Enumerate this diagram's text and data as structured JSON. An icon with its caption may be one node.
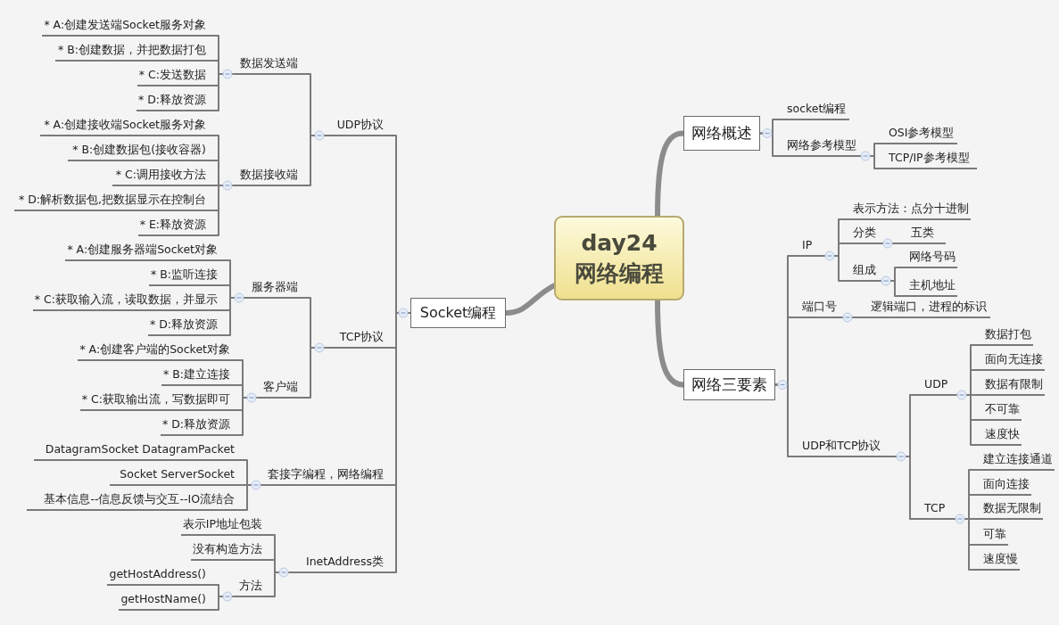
{
  "diagram": {
    "nodes": [
      {
        "text": [
          "day24 网络编程"
        ]
      },
      {
        "text": [
          "网络概述"
        ]
      },
      {
        "text": [
          "socket编程"
        ]
      },
      {
        "text": [
          "网络参考模型"
        ]
      },
      {
        "text": [
          "OSI参考模型"
        ]
      },
      {
        "text": [
          "TCP/IP参考模型"
        ]
      },
      {
        "text": [
          "网络三要素"
        ]
      },
      {
        "text": [
          "IP"
        ]
      },
      {
        "text": [
          "表示方法：点分十进制"
        ]
      },
      {
        "text": [
          "分类"
        ]
      },
      {
        "text": [
          "五类"
        ]
      },
      {
        "text": [
          "组成"
        ]
      },
      {
        "text": [
          "网络号码"
        ]
      },
      {
        "text": [
          "主机地址"
        ]
      },
      {
        "text": [
          "端口号"
        ]
      },
      {
        "text": [
          "逻辑端口，进程的标识"
        ]
      },
      {
        "text": [
          "UDP和TCP协议"
        ]
      },
      {
        "text": [
          "UDP"
        ]
      },
      {
        "text": [
          "数据打包"
        ]
      },
      {
        "text": [
          "面向无连接"
        ]
      },
      {
        "text": [
          "数据有限制"
        ]
      },
      {
        "text": [
          "不可靠"
        ]
      },
      {
        "text": [
          "速度快"
        ]
      },
      {
        "text": [
          "TCP"
        ]
      },
      {
        "text": [
          "建立连接通道"
        ]
      },
      {
        "text": [
          "面向连接"
        ]
      },
      {
        "text": [
          "数据无限制"
        ]
      },
      {
        "text": [
          "可靠"
        ]
      },
      {
        "text": [
          "速度慢"
        ]
      },
      {
        "text": [
          "Socket编程"
        ]
      },
      {
        "text": [
          "UDP协议"
        ]
      },
      {
        "text": [
          "数据发送端"
        ]
      },
      {
        "text": [
          "* A:创建发送端Socket服务对象"
        ]
      },
      {
        "text": [
          "* B:创建数据，并把数据打包"
        ]
      },
      {
        "text": [
          "* C:发送数据"
        ]
      },
      {
        "text": [
          "* D:释放资源"
        ]
      },
      {
        "text": [
          "数据接收端"
        ]
      },
      {
        "text": [
          "* A:创建接收端Socket服务对象"
        ]
      },
      {
        "text": [
          "* B:创建数据包(接收容器)"
        ]
      },
      {
        "text": [
          "* C:调用接收方法"
        ]
      },
      {
        "text": [
          "* D:解析数据包,把数据显示在控制台"
        ]
      },
      {
        "text": [
          "* E:释放资源"
        ]
      },
      {
        "text": [
          "TCP协议"
        ]
      },
      {
        "text": [
          "服务器端"
        ]
      },
      {
        "text": [
          "* A:创建服务器端Socket对象"
        ]
      },
      {
        "text": [
          "* B:监听连接"
        ]
      },
      {
        "text": [
          "* C:获取输入流，读取数据，并显示"
        ]
      },
      {
        "text": [
          "* D:释放资源"
        ]
      },
      {
        "text": [
          "客户端"
        ]
      },
      {
        "text": [
          "* A:创建客户端的Socket对象"
        ]
      },
      {
        "text": [
          "* B:建立连接"
        ]
      },
      {
        "text": [
          "* C:获取输出流，写数据即可"
        ]
      },
      {
        "text": [
          "* D:释放资源"
        ]
      },
      {
        "text": [
          "套接字编程，网络编程"
        ]
      },
      {
        "text": [
          "DatagramSocket DatagramPacket"
        ]
      },
      {
        "text": [
          "Socket ServerSocket"
        ]
      },
      {
        "text": [
          "基本信息--信息反馈与交互--IO流结合"
        ]
      },
      {
        "text": [
          "InetAddress类"
        ]
      },
      {
        "text": [
          "表示IP地址包装"
        ]
      },
      {
        "text": [
          "没有构造方法"
        ]
      },
      {
        "text": [
          "方法"
        ]
      },
      {
        "text": [
          "getHostAddress()"
        ]
      },
      {
        "text": [
          "getHostName()"
        ]
      }
    ],
    "edges": [
      {
        "from": 0,
        "to": 1,
        "arrow": "none",
        "style": "thick"
      },
      {
        "from": 0,
        "to": 6,
        "arrow": "none",
        "style": "thick"
      },
      {
        "from": 0,
        "to": 29,
        "arrow": "none",
        "style": "thick"
      },
      {
        "from": 1,
        "to": 2,
        "arrow": "none"
      },
      {
        "from": 1,
        "to": 3,
        "arrow": "none"
      },
      {
        "from": 3,
        "to": 4,
        "arrow": "none"
      },
      {
        "from": 3,
        "to": 5,
        "arrow": "none"
      },
      {
        "from": 6,
        "to": 7,
        "arrow": "none"
      },
      {
        "from": 7,
        "to": 8,
        "arrow": "none"
      },
      {
        "from": 7,
        "to": 9,
        "arrow": "none"
      },
      {
        "from": 9,
        "to": 10,
        "arrow": "none"
      },
      {
        "from": 7,
        "to": 11,
        "arrow": "none"
      },
      {
        "from": 11,
        "to": 12,
        "arrow": "none"
      },
      {
        "from": 11,
        "to": 13,
        "arrow": "none"
      },
      {
        "from": 6,
        "to": 14,
        "arrow": "none"
      },
      {
        "from": 14,
        "to": 15,
        "arrow": "none"
      },
      {
        "from": 6,
        "to": 16,
        "arrow": "none"
      },
      {
        "from": 16,
        "to": 17,
        "arrow": "none"
      },
      {
        "from": 17,
        "to": 18,
        "arrow": "none"
      },
      {
        "from": 17,
        "to": 19,
        "arrow": "none"
      },
      {
        "from": 17,
        "to": 20,
        "arrow": "none"
      },
      {
        "from": 17,
        "to": 21,
        "arrow": "none"
      },
      {
        "from": 17,
        "to": 22,
        "arrow": "none"
      },
      {
        "from": 16,
        "to": 23,
        "arrow": "none"
      },
      {
        "from": 23,
        "to": 24,
        "arrow": "none"
      },
      {
        "from": 23,
        "to": 25,
        "arrow": "none"
      },
      {
        "from": 23,
        "to": 26,
        "arrow": "none"
      },
      {
        "from": 23,
        "to": 27,
        "arrow": "none"
      },
      {
        "from": 23,
        "to": 28,
        "arrow": "none"
      },
      {
        "from": 29,
        "to": 30,
        "arrow": "none"
      },
      {
        "from": 30,
        "to": 31,
        "arrow": "none"
      },
      {
        "from": 31,
        "to": 32,
        "arrow": "none"
      },
      {
        "from": 31,
        "to": 33,
        "arrow": "none"
      },
      {
        "from": 31,
        "to": 34,
        "arrow": "none"
      },
      {
        "from": 31,
        "to": 35,
        "arrow": "none"
      },
      {
        "from": 30,
        "to": 36,
        "arrow": "none"
      },
      {
        "from": 36,
        "to": 37,
        "arrow": "none"
      },
      {
        "from": 36,
        "to": 38,
        "arrow": "none"
      },
      {
        "from": 36,
        "to": 39,
        "arrow": "none"
      },
      {
        "from": 36,
        "to": 40,
        "arrow": "none"
      },
      {
        "from": 36,
        "to": 41,
        "arrow": "none"
      },
      {
        "from": 29,
        "to": 42,
        "arrow": "none"
      },
      {
        "from": 42,
        "to": 43,
        "arrow": "none"
      },
      {
        "from": 43,
        "to": 44,
        "arrow": "none"
      },
      {
        "from": 43,
        "to": 45,
        "arrow": "none"
      },
      {
        "from": 43,
        "to": 46,
        "arrow": "none"
      },
      {
        "from": 43,
        "to": 47,
        "arrow": "none"
      },
      {
        "from": 42,
        "to": 48,
        "arrow": "none"
      },
      {
        "from": 48,
        "to": 49,
        "arrow": "none"
      },
      {
        "from": 48,
        "to": 50,
        "arrow": "none"
      },
      {
        "from": 48,
        "to": 51,
        "arrow": "none"
      },
      {
        "from": 48,
        "to": 52,
        "arrow": "none"
      },
      {
        "from": 29,
        "to": 53,
        "arrow": "none"
      },
      {
        "from": 53,
        "to": 54,
        "arrow": "none"
      },
      {
        "from": 53,
        "to": 55,
        "arrow": "none"
      },
      {
        "from": 53,
        "to": 56,
        "arrow": "none"
      },
      {
        "from": 29,
        "to": 57,
        "arrow": "none"
      },
      {
        "from": 57,
        "to": 58,
        "arrow": "none"
      },
      {
        "from": 57,
        "to": 59,
        "arrow": "none"
      },
      {
        "from": 57,
        "to": 60,
        "arrow": "none"
      },
      {
        "from": 60,
        "to": 61,
        "arrow": "none"
      },
      {
        "from": 60,
        "to": 62,
        "arrow": "none"
      }
    ]
  }
}
